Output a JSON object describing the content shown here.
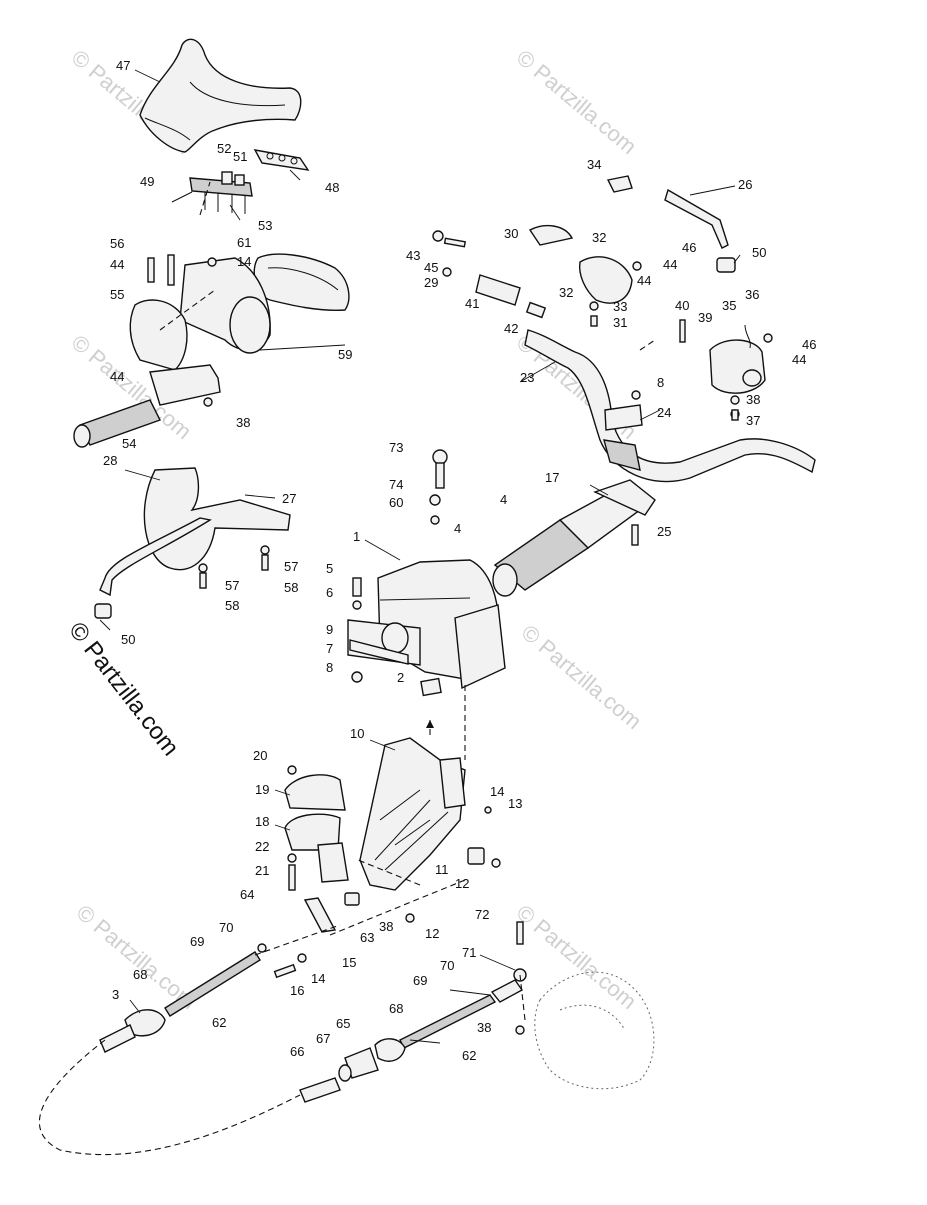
{
  "watermark": {
    "text": "© Partzilla.com",
    "copyright_text": "© Partzilla.com"
  },
  "callouts": [
    "47",
    "52",
    "51",
    "48",
    "49",
    "53",
    "56",
    "61",
    "44",
    "14",
    "55",
    "59",
    "44",
    "38",
    "54",
    "28",
    "27",
    "57",
    "57",
    "58",
    "58",
    "50",
    "34",
    "26",
    "43",
    "30",
    "32",
    "46",
    "45",
    "44",
    "29",
    "44",
    "32",
    "41",
    "33",
    "42",
    "31",
    "50",
    "40",
    "39",
    "35",
    "36",
    "46",
    "44",
    "38",
    "37",
    "23",
    "8",
    "24",
    "73",
    "74",
    "60",
    "17",
    "4",
    "4",
    "25",
    "1",
    "5",
    "6",
    "9",
    "7",
    "8",
    "2",
    "10",
    "20",
    "19",
    "18",
    "22",
    "21",
    "64",
    "14",
    "13",
    "11",
    "12",
    "63",
    "38",
    "12",
    "70",
    "69",
    "68",
    "3",
    "62",
    "16",
    "14",
    "15",
    "72",
    "71",
    "70",
    "69",
    "68",
    "65",
    "67",
    "66",
    "62",
    "38"
  ]
}
